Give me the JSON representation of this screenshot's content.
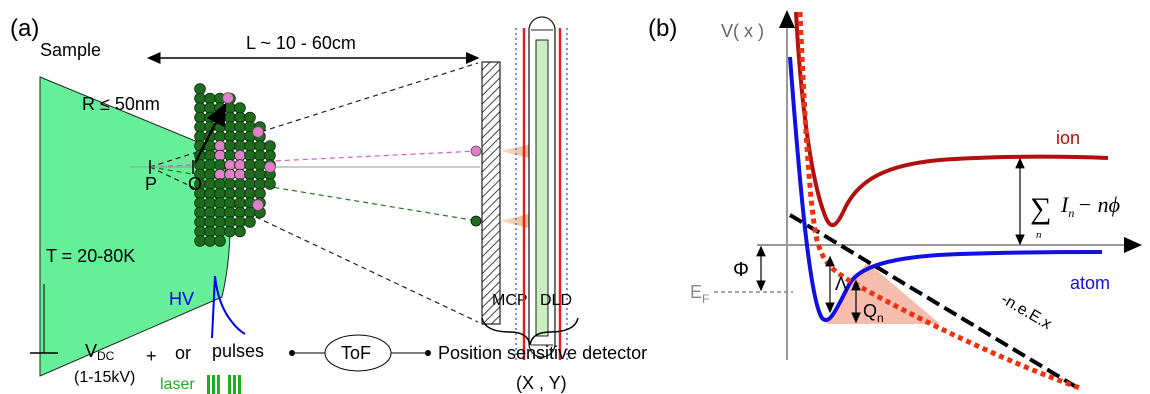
{
  "panel_a": {
    "label": "(a)",
    "sample_label": "Sample",
    "distance_label": "L ~ 10 - 60cm",
    "radius_label": "R ≤ 50nm",
    "temperature_label": "T = 20-80K",
    "point_p": "P",
    "point_o": "O",
    "mcp_label": "MCP",
    "dld_label": "DLD",
    "vdc_main": "V",
    "vdc_sub": "DC",
    "vdc_range": "(1-15kV)",
    "plus": "+",
    "hv_label": "HV",
    "or_label": "or",
    "pulses_label": "pulses",
    "laser_label": "laser",
    "tof_label": "ToF",
    "detector_label": "Position sensitive detector",
    "detector_coords": "(X , Y)",
    "colors": {
      "sample_fill": "#66ee99",
      "atom_fill": "#1e6b1e",
      "ion_fill": "#e080c8",
      "hv_color": "#0000ee",
      "laser_color": "#22aa22",
      "red_plate": "#e02020",
      "blue_dotted": "#4a6fd0"
    }
  },
  "panel_b": {
    "label": "(b)",
    "y_axis_label": "V( x )",
    "ion_label": "ion",
    "atom_label": "atom",
    "sum_expr_in": "I",
    "sum_expr_in_sub": "n",
    "sum_expr_rest": "− nϕ",
    "sum_sub": "n",
    "phi_label": "Φ",
    "ef_main": "E",
    "ef_sub": "F",
    "lambda_label": "Λ",
    "qn_main": "Q",
    "qn_sub": "n",
    "field_label": "-n.e.E.x",
    "colors": {
      "ion_curve": "#b01010",
      "atom_curve": "#1010e0",
      "dotted_curve": "#ee3311",
      "field_line": "#000000",
      "qn_fill": "#f4b0a0"
    }
  }
}
